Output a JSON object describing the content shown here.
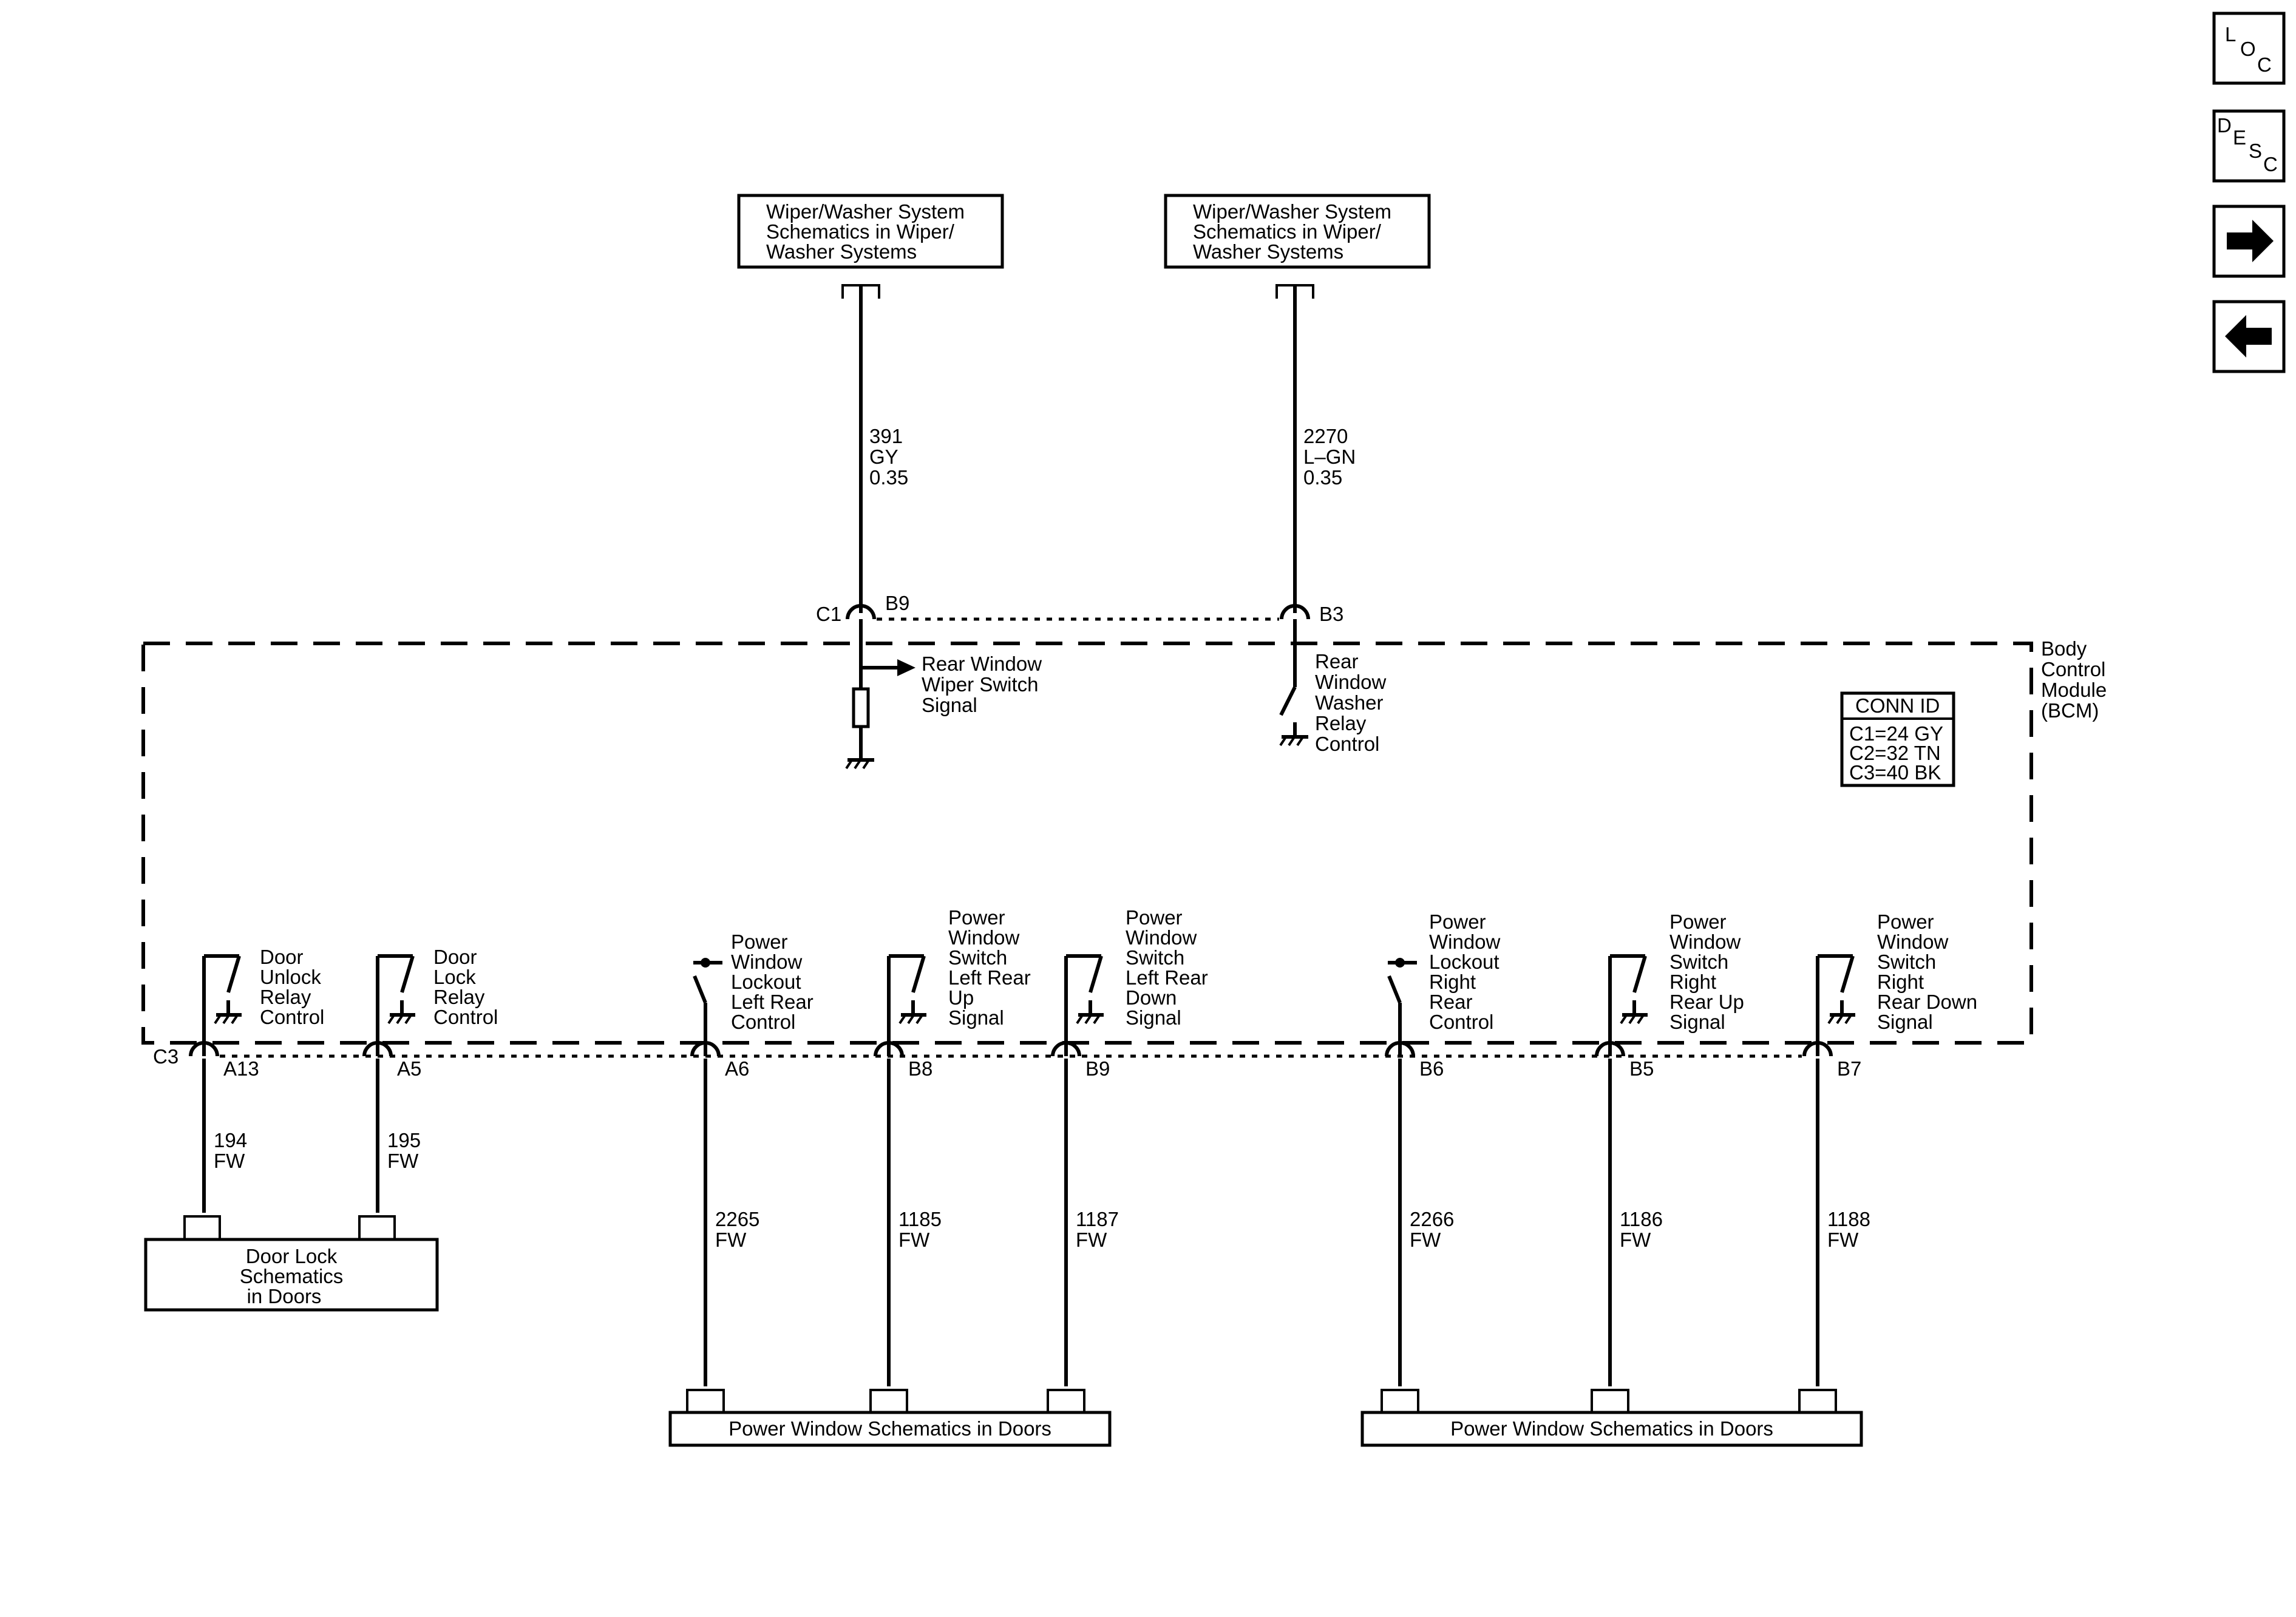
{
  "nav": {
    "loc": [
      "L",
      "O",
      "C"
    ],
    "desc": [
      "D",
      "E",
      "S",
      "C"
    ]
  },
  "top_refs": {
    "left": [
      "Wiper/Washer System",
      "Schematics in Wiper/",
      "Washer Systems"
    ],
    "right": [
      "Wiper/Washer System",
      "Schematics in Wiper/",
      "Washer Systems"
    ]
  },
  "top_wires": {
    "left": [
      "391",
      "GY",
      "0.35"
    ],
    "right": [
      "2270",
      "L–GN",
      "0.35"
    ]
  },
  "top_connector": {
    "name": "C1",
    "left_pin": "B9",
    "right_pin": "B3"
  },
  "bcm": {
    "name": [
      "Body",
      "Control",
      "Module",
      "(BCM)"
    ],
    "rear_wiper_signal": [
      "Rear Window",
      "Wiper Switch",
      "Signal"
    ],
    "rear_washer_relay": [
      "Rear",
      "Window",
      "Washer",
      "Relay",
      "Control"
    ],
    "conn_id": {
      "title": "CONN ID",
      "rows": [
        "C1=24 GY",
        "C2=32 TN",
        "C3=40 BK"
      ]
    }
  },
  "bottom_connector": {
    "name": "C3"
  },
  "circuits": [
    {
      "label": [
        "Door",
        "Unlock",
        "Relay",
        "Control"
      ],
      "pin": "A13",
      "wire": [
        "194",
        "FW"
      ]
    },
    {
      "label": [
        "Door",
        "Lock",
        "Relay",
        "Control"
      ],
      "pin": "A5",
      "wire": [
        "195",
        "FW"
      ]
    },
    {
      "label": [
        "Power",
        "Window",
        "Lockout",
        "Left Rear",
        "Control"
      ],
      "pin": "A6",
      "wire": [
        "2265",
        "FW"
      ]
    },
    {
      "label": [
        "Power",
        "Window",
        "Switch",
        "Left Rear",
        "Up",
        "Signal"
      ],
      "pin": "B8",
      "wire": [
        "1185",
        "FW"
      ]
    },
    {
      "label": [
        "Power",
        "Window",
        "Switch",
        "Left Rear",
        "Down",
        "Signal"
      ],
      "pin": "B9",
      "wire": [
        "1187",
        "FW"
      ]
    },
    {
      "label": [
        "Power",
        "Window",
        "Lockout",
        "Right",
        "Rear",
        "Control"
      ],
      "pin": "B6",
      "wire": [
        "2266",
        "FW"
      ]
    },
    {
      "label": [
        "Power",
        "Window",
        "Switch",
        "Right",
        "Rear Up",
        "Signal"
      ],
      "pin": "B5",
      "wire": [
        "1186",
        "FW"
      ]
    },
    {
      "label": [
        "Power",
        "Window",
        "Switch",
        "Right",
        "Rear Down",
        "Signal"
      ],
      "pin": "B7",
      "wire": [
        "1188",
        "FW"
      ]
    }
  ],
  "bottom_refs": {
    "door_lock": [
      "Door Lock",
      "Schematics",
      "in Doors"
    ],
    "power_window_left": "Power Window Schematics in Doors",
    "power_window_right": "Power Window Schematics in Doors"
  }
}
